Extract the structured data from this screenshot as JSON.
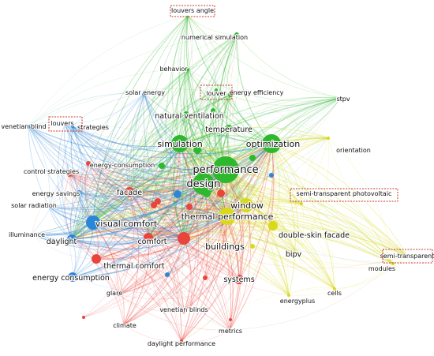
{
  "colors": {
    "cluster_red": "#e8453c",
    "cluster_green": "#2db82d",
    "cluster_blue": "#2a86d8",
    "cluster_yellow": "#d9d91c",
    "highlight_box": "#c0392b"
  },
  "network": {
    "clusters": [
      "red",
      "green",
      "blue",
      "yellow"
    ],
    "nodes": [
      {
        "id": "performance",
        "label": "performance",
        "cluster": "green",
        "weight": 10
      },
      {
        "id": "design",
        "label": "design",
        "cluster": "green",
        "weight": 8
      },
      {
        "id": "optimization",
        "label": "optimization",
        "cluster": "green",
        "weight": 6
      },
      {
        "id": "simulation",
        "label": "simulation",
        "cluster": "green",
        "weight": 5
      },
      {
        "id": "temperature",
        "label": "temperature",
        "cluster": "green",
        "weight": 3
      },
      {
        "id": "natural-ventilation",
        "label": "natural ventilation",
        "cluster": "green",
        "weight": 2
      },
      {
        "id": "energy-efficiency",
        "label": "energy efficiency",
        "cluster": "green",
        "weight": 2
      },
      {
        "id": "numerical-simulation",
        "label": "numerical simulation",
        "cluster": "green",
        "weight": 1
      },
      {
        "id": "behavior",
        "label": "behavior",
        "cluster": "green",
        "weight": 1
      },
      {
        "id": "louver",
        "label": "louver",
        "cluster": "green",
        "weight": 1,
        "highlight": true
      },
      {
        "id": "louvers-angle",
        "label": "louvers angle",
        "cluster": "green",
        "weight": 1,
        "highlight": true
      },
      {
        "id": "stpv",
        "label": "stpv",
        "cluster": "green",
        "weight": 1
      },
      {
        "id": "thermal-performance",
        "label": "thermal performance",
        "cluster": "yellow",
        "weight": 6
      },
      {
        "id": "window",
        "label": "window",
        "cluster": "yellow",
        "weight": 4
      },
      {
        "id": "double-skin-facade",
        "label": "double-skin facade",
        "cluster": "yellow",
        "weight": 3
      },
      {
        "id": "bipv",
        "label": "bipv",
        "cluster": "yellow",
        "weight": 2
      },
      {
        "id": "semi-transparent-photovoltaic",
        "label": "semi-transparent photovoltaic",
        "cluster": "yellow",
        "weight": 1,
        "highlight": true
      },
      {
        "id": "semi-transparent",
        "label": "semi-transparent",
        "cluster": "yellow",
        "weight": 1,
        "highlight": true
      },
      {
        "id": "orientation",
        "label": "orientation",
        "cluster": "yellow",
        "weight": 1
      },
      {
        "id": "modules",
        "label": "modules",
        "cluster": "yellow",
        "weight": 1
      },
      {
        "id": "cells",
        "label": "cells",
        "cluster": "yellow",
        "weight": 1
      },
      {
        "id": "energyplus",
        "label": "energyplus",
        "cluster": "yellow",
        "weight": 1
      },
      {
        "id": "buildings",
        "label": "buildings",
        "cluster": "red",
        "weight": 6
      },
      {
        "id": "facade",
        "label": "facade",
        "cluster": "red",
        "weight": 4
      },
      {
        "id": "comfort",
        "label": "comfort",
        "cluster": "red",
        "weight": 3
      },
      {
        "id": "thermal-comfort",
        "label": "thermal comfort",
        "cluster": "red",
        "weight": 3
      },
      {
        "id": "systems",
        "label": "systems",
        "cluster": "red",
        "weight": 3
      },
      {
        "id": "control-strategies",
        "label": "control strategies",
        "cluster": "red",
        "weight": 2
      },
      {
        "id": "energy-consumption-red",
        "label": "energy-consumption",
        "cluster": "red",
        "weight": 1
      },
      {
        "id": "glare",
        "label": "glare",
        "cluster": "red",
        "weight": 1
      },
      {
        "id": "climate",
        "label": "climate",
        "cluster": "red",
        "weight": 1
      },
      {
        "id": "venetian-blinds",
        "label": "venetian blinds",
        "cluster": "red",
        "weight": 1
      },
      {
        "id": "daylight-performance",
        "label": "daylight performance",
        "cluster": "red",
        "weight": 1
      },
      {
        "id": "metrics",
        "label": "metrics",
        "cluster": "red",
        "weight": 1
      },
      {
        "id": "visual-comfort",
        "label": "visual comfort",
        "cluster": "blue",
        "weight": 6
      },
      {
        "id": "daylight",
        "label": "daylight",
        "cluster": "blue",
        "weight": 4
      },
      {
        "id": "energy-consumption",
        "label": "energy consumption",
        "cluster": "blue",
        "weight": 3
      },
      {
        "id": "energy-savings",
        "label": "energy savings",
        "cluster": "blue",
        "weight": 2
      },
      {
        "id": "solar-radiation",
        "label": "solar radiation",
        "cluster": "blue",
        "weight": 1
      },
      {
        "id": "illuminance",
        "label": "illuminance",
        "cluster": "blue",
        "weight": 1
      },
      {
        "id": "solar-energy",
        "label": "solar energy",
        "cluster": "blue",
        "weight": 1
      },
      {
        "id": "strategies",
        "label": "strategies",
        "cluster": "blue",
        "weight": 1
      },
      {
        "id": "venetian-blind",
        "label": "venetian blind",
        "cluster": "blue",
        "weight": 1
      },
      {
        "id": "louvers",
        "label": "louvers",
        "cluster": "blue",
        "weight": 1,
        "highlight": true
      }
    ]
  }
}
